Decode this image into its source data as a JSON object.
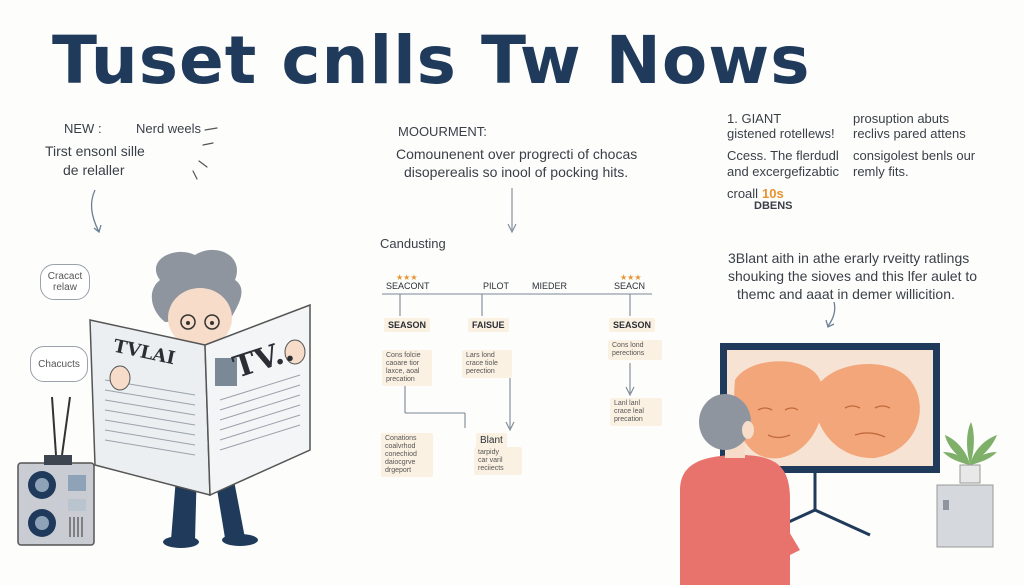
{
  "title": "Tuset cnlls Tw Nows",
  "left": {
    "new_label": "NEW :",
    "nerd_label": "Nerd weels",
    "line1": "Tirst ensonl sille",
    "line2": "de relaller",
    "bubble_top": "Cracact\nrelaw",
    "bubble_side": "Chacucts",
    "newspaper_small": "TVLAI",
    "newspaper_big": "TV.."
  },
  "middle": {
    "heading": "MOOURMENT:",
    "line1": "Comounenent over progrecti of chocas",
    "line2": "disoperealis so inool of pocking hits.",
    "conducting": "Candusting",
    "top_labels": [
      "SEACONT",
      "PILOT",
      "MIEDER",
      "SEACN"
    ],
    "boxes": [
      {
        "label": "SEASON",
        "text": "Cons folcie\ncaoare tior\nlaxce, aoal\nprecation"
      },
      {
        "label": "FAISUE",
        "text": "Lars lond\ncrace tiole\nperection"
      },
      {
        "label": "SEASON",
        "text": "Cons lond\nperections"
      }
    ],
    "lower_left": "Conations\ncoalvrhod\nconechiod\ndaiocgrve\ndrgeport",
    "lower_mid_label": "Blant",
    "lower_mid": "tarpidy\ncar varil\nreciiects",
    "lower_right": "Lanl lanl\ncrace leal\nprecation"
  },
  "right": {
    "giant": "1. GIANT",
    "giant_sub": "gistened rotellews!",
    "prosup": "prosuption abuts",
    "prosup_sub": "reclivs pared attens",
    "cress1": "Ccess. The flerdudl",
    "cress2": "and excergefizabtic",
    "consig1": "consigolest benls our",
    "consig2": "remly fits.",
    "croall": "croall",
    "croall_num": "10s",
    "dbens": "DBENS",
    "blant1": "3Blant aith in athe erarly rveitty ratlings",
    "blant2": "shouking the sioves and this lfer aulet to",
    "blant3": "themc and aaat in demer willicition."
  },
  "colors": {
    "title": "#1f3a5a",
    "navy": "#1f3a5a",
    "orange_art": "#f2a679",
    "sweater": "#e8736c",
    "accent_orange": "#e8932f"
  },
  "icons": {
    "star": "star-icon",
    "speaker": "speaker-icon",
    "plant": "plant-icon"
  }
}
